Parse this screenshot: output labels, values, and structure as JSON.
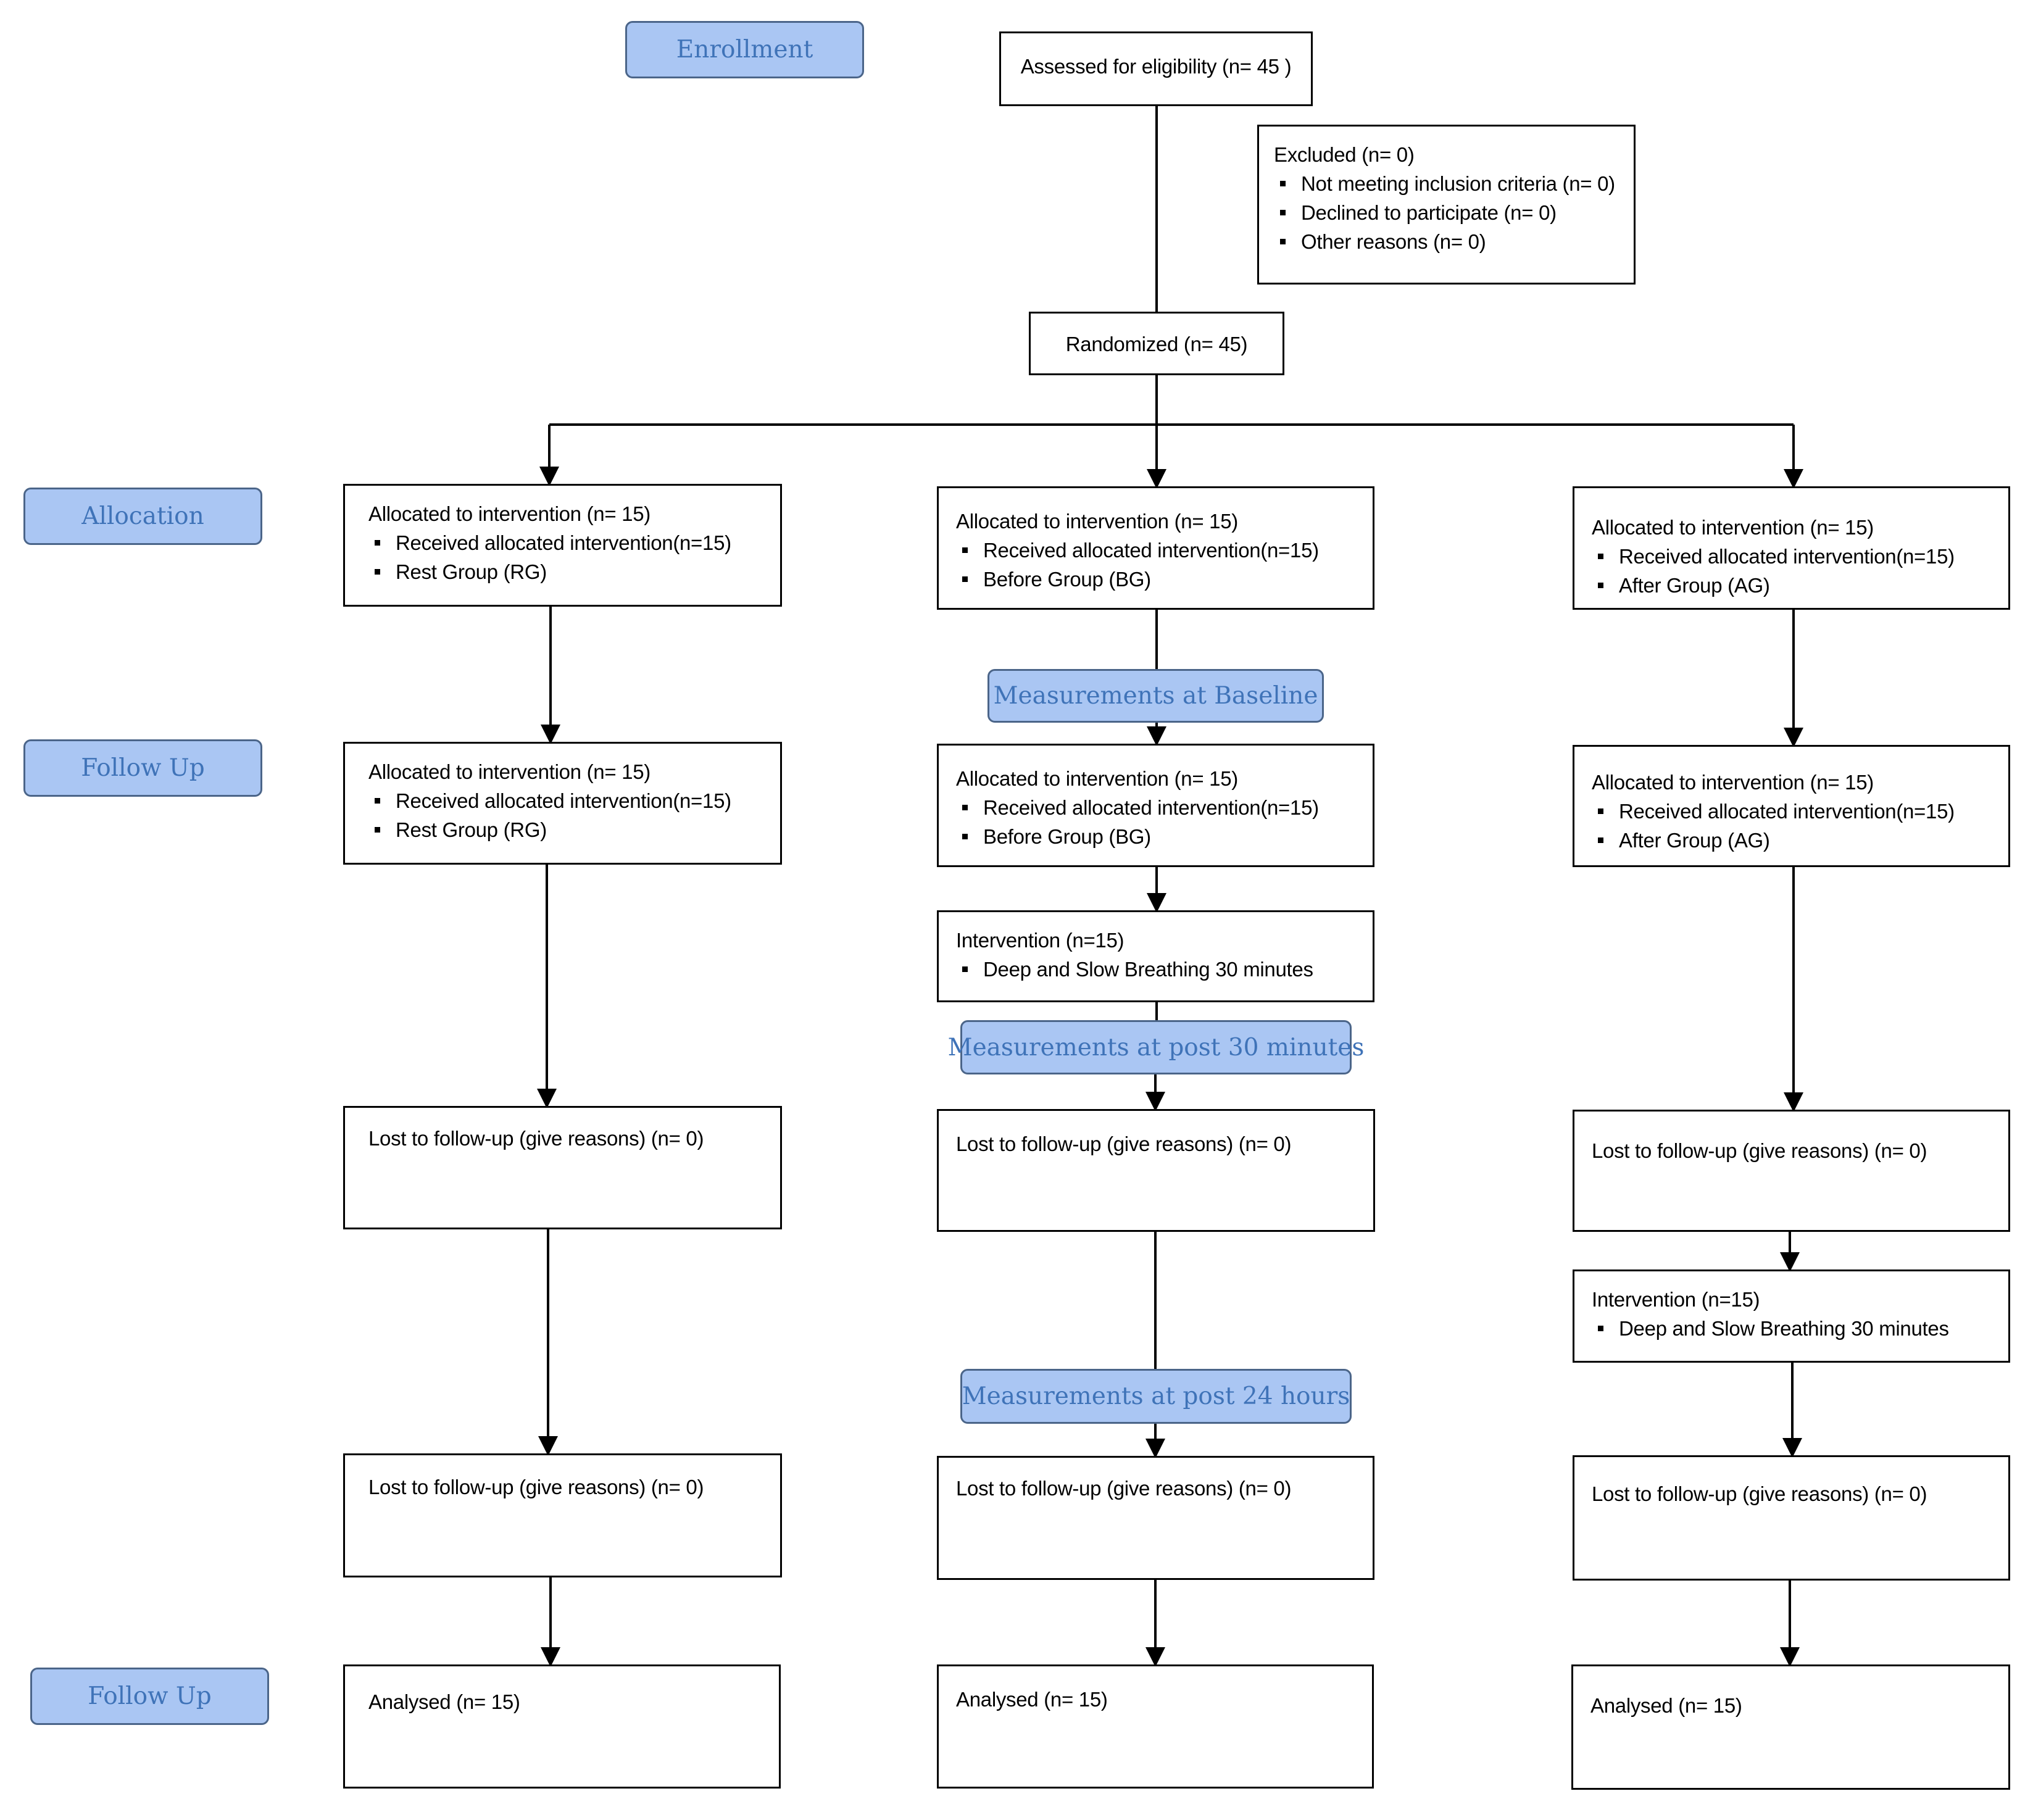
{
  "labels": {
    "enrollment": "Enrollment",
    "allocation": "Allocation",
    "follow_up_1": "Follow Up",
    "follow_up_2": "Follow Up",
    "baseline": "Measurements at Baseline",
    "post_30": "Measurements at post 30 minutes",
    "post_24": "Measurements at post 24 hours"
  },
  "assessed": "Assessed for eligibility (n= 45 )",
  "excluded": {
    "title": "Excluded (n= 0)",
    "items": [
      "Not meeting inclusion criteria (n= 0)",
      "Declined to participate (n= 0)",
      "Other reasons (n= 0)"
    ]
  },
  "randomized": "Randomized  (n= 45)",
  "rest": {
    "alloc": {
      "title": "Allocated to intervention (n= 15)",
      "items": [
        "Received allocated intervention(n=15)",
        "Rest Group (RG)"
      ]
    },
    "follow": {
      "title": "Allocated to intervention (n= 15)",
      "items": [
        "Received allocated intervention(n=15)",
        "Rest Group (RG)"
      ]
    },
    "lost1": "Lost to follow-up  (give reasons) (n= 0)",
    "lost2": "Lost to follow-up  (give reasons) (n= 0)",
    "analysed": "Analysed  (n= 15)"
  },
  "before": {
    "alloc": {
      "title": "Allocated to intervention (n= 15)",
      "items": [
        "Received allocated intervention(n=15)",
        "Before Group (BG)"
      ]
    },
    "follow": {
      "title": "Allocated to intervention (n= 15)",
      "items": [
        "Received allocated intervention(n=15)",
        "Before Group (BG)"
      ]
    },
    "intervention": {
      "title": "Intervention (n=15)",
      "items": [
        "Deep and Slow Breathing 30 minutes"
      ]
    },
    "lost1": "Lost to follow-up  (give reasons) (n= 0)",
    "lost2": "Lost to follow-up  (give reasons) (n= 0)",
    "analysed": "Analysed  (n= 15)"
  },
  "after": {
    "alloc": {
      "title": "Allocated to intervention (n= 15)",
      "items": [
        "Received allocated intervention(n=15)",
        "After Group (AG)"
      ]
    },
    "follow": {
      "title": "Allocated to intervention (n= 15)",
      "items": [
        "Received allocated intervention(n=15)",
        "After Group (AG)"
      ]
    },
    "lost1": "Lost to follow-up  (give reasons) (n= 0)",
    "intervention": {
      "title": "Intervention (n=15)",
      "items": [
        "Deep and Slow Breathing 30 minutes"
      ]
    },
    "lost2": "Lost to follow-up  (give reasons) (n= 0)",
    "analysed": "Analysed  (n= 15)"
  }
}
